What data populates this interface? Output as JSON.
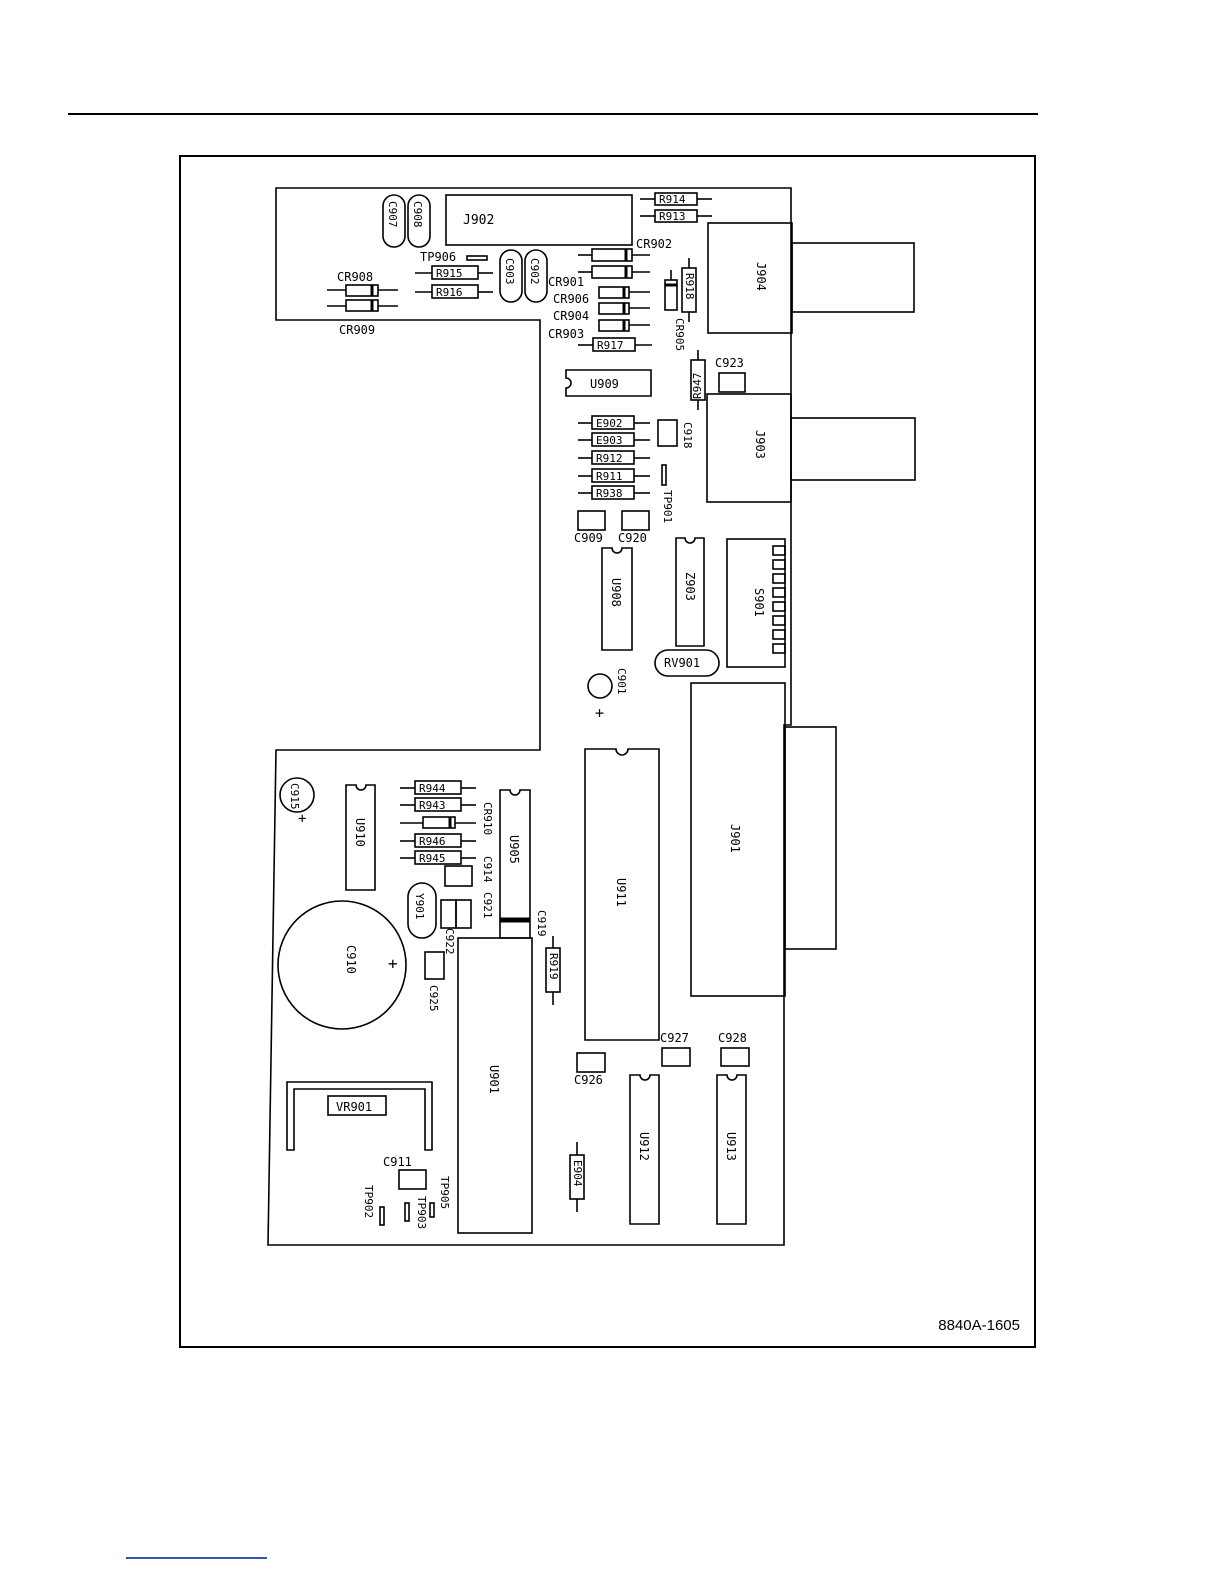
{
  "figure": {
    "code": "8840A-1605"
  },
  "components": {
    "J902": "J902",
    "C907": "C907",
    "C908": "C908",
    "R914": "R914",
    "R913": "R913",
    "CR902": "CR902",
    "TP906": "TP906",
    "C903": "C903",
    "C902": "C902",
    "CR908": "CR908",
    "R915": "R915",
    "R916": "R916",
    "CR909": "CR909",
    "CR901": "CR901",
    "CR906": "CR906",
    "CR904": "CR904",
    "CR903": "CR903",
    "R918": "R918",
    "CR905": "CR905",
    "R917": "R917",
    "J904": "J904",
    "U909": "U909",
    "R947": "R947",
    "C923": "C923",
    "E902": "E902",
    "E903": "E903",
    "R912": "R912",
    "R911": "R911",
    "R938": "R938",
    "C918": "C918",
    "TP901": "TP901",
    "J903": "J903",
    "C909": "C909",
    "C920": "C920",
    "U908": "U908",
    "Z903": "Z903",
    "S901": "S901",
    "RV901": "RV901",
    "C901": "C901",
    "C915": "C915",
    "U910": "U910",
    "R944": "R944",
    "R943": "R943",
    "CR910": "CR910",
    "R946": "R946",
    "R945": "R945",
    "C914": "C914",
    "C921": "C921",
    "U905": "U905",
    "Y901": "Y901",
    "C922": "C922",
    "C919": "C919",
    "C910": "C910",
    "C925": "C925",
    "R919": "R919",
    "U911": "U911",
    "J901": "J901",
    "C927": "C927",
    "C928": "C928",
    "C926": "C926",
    "U901": "U901",
    "VR901": "VR901",
    "C911": "C911",
    "TP902": "TP902",
    "TP903": "TP903",
    "TP905": "TP905",
    "E904": "E904",
    "U912": "U912",
    "U913": "U913",
    "plus": "+"
  }
}
